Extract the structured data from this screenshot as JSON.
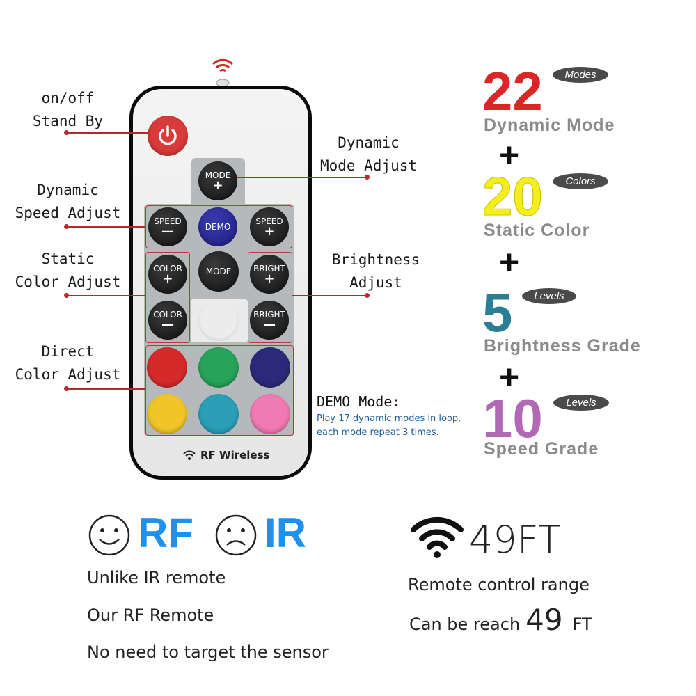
{
  "remote": {
    "buttons": {
      "mode_top": {
        "label": "MODE",
        "symbol": "+"
      },
      "speed_minus": {
        "label": "SPEED",
        "symbol": "—"
      },
      "demo": {
        "label": "DEMO"
      },
      "speed_plus": {
        "label": "SPEED",
        "symbol": "+"
      },
      "color_plus": {
        "label": "COLOR",
        "symbol": "+"
      },
      "mode_mid": {
        "label": "MODE"
      },
      "bright_plus": {
        "label": "BRIGHT",
        "symbol": "+"
      },
      "color_minus": {
        "label": "COLOR",
        "symbol": "—"
      },
      "bright_minus": {
        "label": "BRIGHT",
        "symbol": "—"
      }
    },
    "color_buttons": [
      "#d62a2a",
      "#27a35a",
      "#2b2a7a",
      "#f1c52a",
      "#2b9fb8",
      "#f07ab3",
      "#eeeeee"
    ],
    "power_color": "#d93a3a",
    "footer": "RF Wireless"
  },
  "callouts": {
    "power": [
      "on/off",
      "Stand By"
    ],
    "dynamic_mode": [
      "Dynamic",
      "Mode Adjust"
    ],
    "dynamic_speed": [
      "Dynamic",
      "Speed Adjust"
    ],
    "static_color": [
      "Static",
      "Color Adjust"
    ],
    "brightness": [
      "Brightness",
      "Adjust"
    ],
    "direct_color": [
      "Direct",
      "Color Adjust"
    ]
  },
  "demo_mode": {
    "title": "DEMO Mode:",
    "lines": [
      "Play 17 dynamic modes in loop,",
      "each mode repeat 3 times."
    ]
  },
  "stats": [
    {
      "number": "22",
      "unit": "Modes",
      "label": "Dynamic Mode",
      "color": "#d92727"
    },
    {
      "number": "20",
      "unit": "Colors",
      "label": "Static Color",
      "color": "#f4ee1a"
    },
    {
      "number": "5",
      "unit": "Levels",
      "label": "Brightness Grade",
      "color": "#2a7f94"
    },
    {
      "number": "10",
      "unit": "Levels",
      "label": "Speed Grade",
      "color": "#b169b6"
    }
  ],
  "plus_sign": "+",
  "comparison": {
    "rf": "RF",
    "ir": "IR",
    "accent_color": "#1e90ee",
    "lines": [
      "Unlike IR remote",
      "Our RF Remote",
      "No need to target the sensor"
    ]
  },
  "range": {
    "value": "49FT",
    "line1": "Remote control range",
    "line2_prefix": "Can be reach",
    "line2_number": "49",
    "line2_unit": "FT"
  },
  "icons": {
    "power": "power-icon",
    "wifi": "wifi-icon",
    "smile": "smiley-icon",
    "frown": "frown-icon"
  }
}
